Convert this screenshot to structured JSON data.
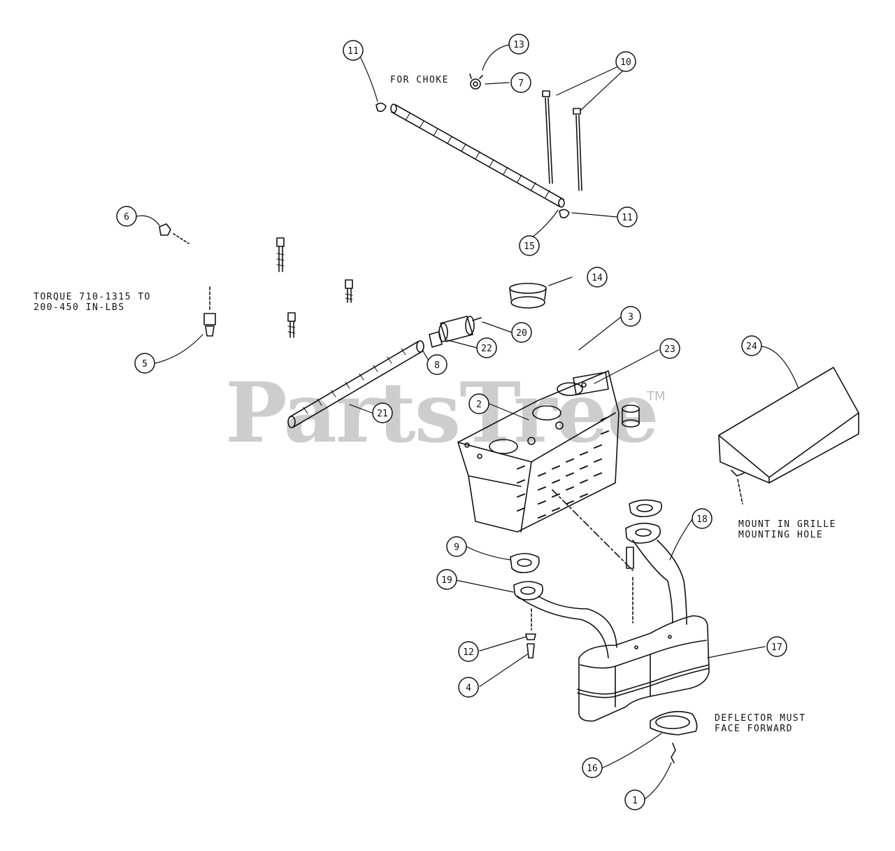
{
  "watermark": {
    "brand": "PartsTree",
    "trademark": "TM"
  },
  "notes": {
    "for_choke": "FOR CHOKE",
    "torque_line1": "TORQUE 710-1315 TO",
    "torque_line2": "200-450 IN-LBS",
    "mount_line1": "MOUNT IN GRILLE",
    "mount_line2": "MOUNTING HOLE",
    "deflector_line1": "DEFLECTOR MUST",
    "deflector_line2": "FACE FORWARD"
  },
  "callouts": [
    {
      "label": "11"
    },
    {
      "label": "13"
    },
    {
      "label": "7"
    },
    {
      "label": "10"
    },
    {
      "label": "11"
    },
    {
      "label": "15"
    },
    {
      "label": "6"
    },
    {
      "label": "14"
    },
    {
      "label": "5"
    },
    {
      "label": "20"
    },
    {
      "label": "22"
    },
    {
      "label": "8"
    },
    {
      "label": "3"
    },
    {
      "label": "23"
    },
    {
      "label": "24"
    },
    {
      "label": "21"
    },
    {
      "label": "2"
    },
    {
      "label": "9"
    },
    {
      "label": "18"
    },
    {
      "label": "19"
    },
    {
      "label": "12"
    },
    {
      "label": "17"
    },
    {
      "label": "4"
    },
    {
      "label": "16"
    },
    {
      "label": "1"
    }
  ]
}
